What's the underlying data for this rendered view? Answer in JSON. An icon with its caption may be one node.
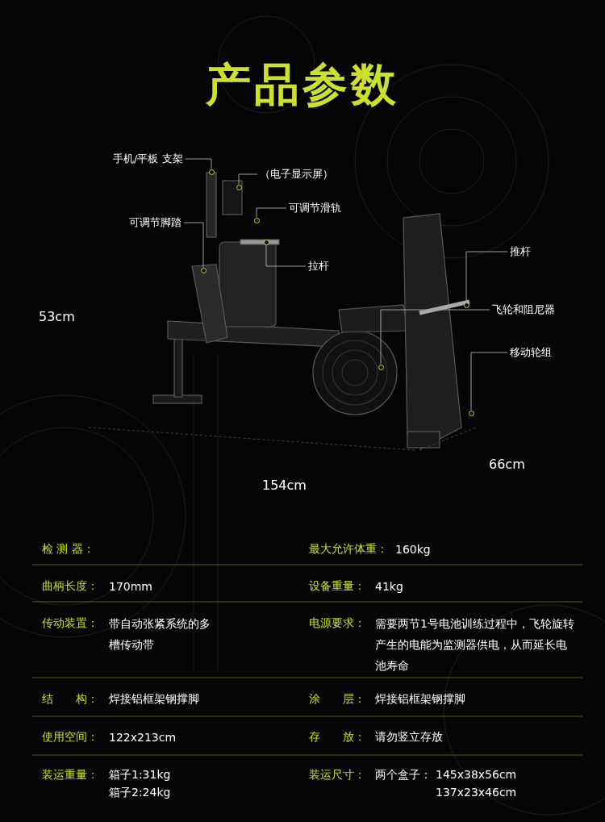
{
  "diagram": {
    "title": "产品参数",
    "nodes": [
      {
        "text": [
          "手机/平板 支架"
        ]
      },
      {
        "text": [
          "（电子显示屏）"
        ]
      },
      {
        "text": [
          "可调节滑轨"
        ]
      },
      {
        "text": [
          "可调节脚踏"
        ]
      },
      {
        "text": [
          "拉杆"
        ]
      },
      {
        "text": [
          "推杆"
        ]
      },
      {
        "text": [
          "飞轮和阻尼器"
        ]
      },
      {
        "text": [
          "移动轮组"
        ]
      },
      {
        "text": [],
        "shape": "circle"
      },
      {
        "text": [],
        "shape": "circle"
      },
      {
        "text": [],
        "shape": "circle"
      },
      {
        "text": [],
        "shape": "circle"
      },
      {
        "text": [],
        "shape": "circle"
      },
      {
        "text": [],
        "shape": "circle"
      },
      {
        "text": [],
        "shape": "circle"
      },
      {
        "text": [],
        "shape": "circle"
      }
    ],
    "edges": [
      {
        "from": 0,
        "to": 8,
        "arrow": "none"
      },
      {
        "from": 1,
        "to": 9,
        "arrow": "none"
      },
      {
        "from": 2,
        "to": 10,
        "arrow": "none"
      },
      {
        "from": 3,
        "to": 11,
        "arrow": "none"
      },
      {
        "from": 4,
        "to": 12,
        "arrow": "none"
      },
      {
        "from": 5,
        "to": 13,
        "arrow": "none"
      },
      {
        "from": 6,
        "to": 14,
        "arrow": "none"
      },
      {
        "from": 7,
        "to": 15,
        "arrow": "none"
      }
    ],
    "labels": [
      "53cm",
      "154cm",
      "66cm",
      "检 测 器：",
      "最大允许体重：",
      "160kg",
      "曲柄长度：",
      "170mm",
      "设备重量：",
      "41kg",
      "传动装置：",
      "带自动张紧系统的多槽传动带",
      "电源要求：",
      "需要两节1号电池训练过程中，飞轮旋转产生的电能为监测器供电，从而延长电池寿命",
      "结　　构：",
      "焊接铝框架钢撑脚",
      "涂　　层：",
      "焊接铝框架钢撑脚",
      "使用空间：",
      "122x213cm",
      "存　　放：",
      "请勿竖立存放",
      "装运重量：",
      "箱子1:31kg",
      "箱子2:24kg",
      "装运尺寸：",
      "两个盒子：",
      "145x38x56cm",
      "137x23x46cm"
    ]
  }
}
